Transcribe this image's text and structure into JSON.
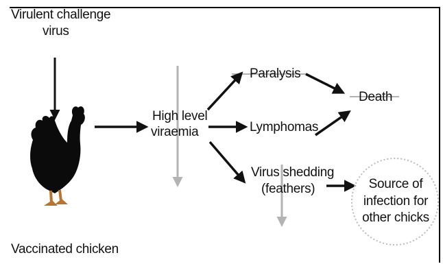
{
  "labels": {
    "challenge_line1": "Virulent challenge",
    "challenge_line2": "virus",
    "vaccinated": "Vaccinated chicken",
    "viraemia_line1": "High level",
    "viraemia_line2": "viraemia",
    "paralysis": "Paralysis",
    "lymphomas": "Lymphomas",
    "death": "Death",
    "shedding_line1": "Virus shedding",
    "shedding_line2": "(feathers)",
    "source_line1": "Source of",
    "source_line2": "infection for",
    "source_line3": "other chicks"
  },
  "colors": {
    "arrow": "#111111",
    "blocked_arrow": "#b3b3b3",
    "circle_border": "#bbbbbb",
    "chicken": "#0b0b0b",
    "chicken_legs": "#b8742f"
  },
  "icons": {
    "chicken": "rooster-silhouette-icon"
  }
}
